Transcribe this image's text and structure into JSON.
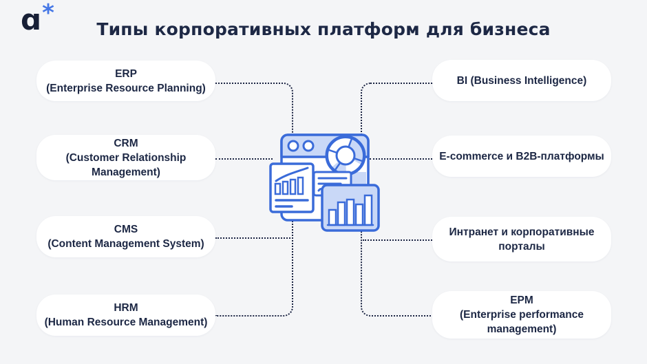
{
  "colors": {
    "background": "#f4f5f7",
    "card_background": "#ffffff",
    "text_navy": "#1c2744",
    "connector_navy": "#1a2342",
    "illustration_stroke_blue": "#3a6bd9",
    "illustration_light_blue": "#c9d8f7",
    "logo_star_blue": "#4577e6"
  },
  "logo": {
    "letter": "ɑ",
    "star": "*"
  },
  "header": {
    "title": "Типы корпоративных платформ для бизнеса"
  },
  "left_items": [
    {
      "lines": [
        "ERP",
        "(Enterprise Resource Planning)",
        ""
      ]
    },
    {
      "lines": [
        "CRM",
        "(Customer Relationship",
        "Management)"
      ]
    },
    {
      "lines": [
        "CMS",
        "(Content Management System)",
        ""
      ]
    },
    {
      "lines": [
        "HRM",
        "(Human Resource Management)",
        ""
      ]
    }
  ],
  "right_items": [
    {
      "lines": [
        "BI (Business Intelligence)",
        "",
        ""
      ]
    },
    {
      "lines": [
        "E-commerce и B2B-платформы",
        "",
        ""
      ]
    },
    {
      "lines": [
        "Интранет и корпоративные",
        "порталы",
        ""
      ]
    },
    {
      "lines": [
        "EPM",
        "(Enterprise performance",
        "management)"
      ]
    }
  ],
  "illustration": {
    "name": "analytics-dashboard-browser-window",
    "icons": [
      "browser-window",
      "donut-chart",
      "trend-bar-report-card",
      "text-lines-card",
      "bar-chart-card"
    ]
  }
}
